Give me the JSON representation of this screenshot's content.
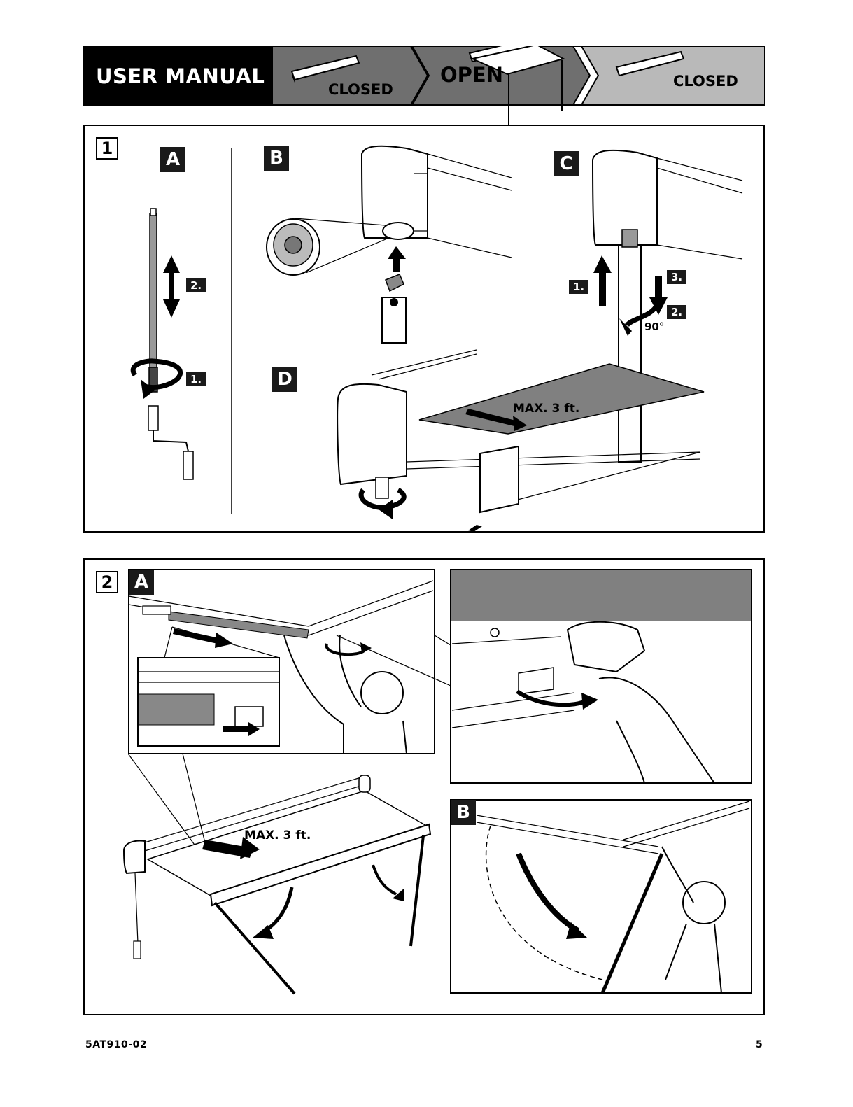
{
  "header": {
    "title": "USER MANUAL",
    "steps": [
      "CLOSED",
      "OPEN",
      "CLOSED"
    ]
  },
  "step1": {
    "number": "1",
    "panels": [
      "A",
      "B",
      "C",
      "D"
    ],
    "a_tags": [
      "2.",
      "1."
    ],
    "c_tags": [
      "1.",
      "3.",
      "2."
    ],
    "c_angle": "90°",
    "d_note": "MAX. 3 ft."
  },
  "step2": {
    "number": "2",
    "panels": [
      "A",
      "B"
    ],
    "note": "MAX. 3 ft."
  },
  "footer": {
    "doc_code": "5AT910-02",
    "page_number": "5"
  },
  "colors": {
    "dark": "#000000",
    "mid_gray": "#6f6f6f",
    "light_gray": "#b9b9b9",
    "fabric_gray": "#808080"
  }
}
